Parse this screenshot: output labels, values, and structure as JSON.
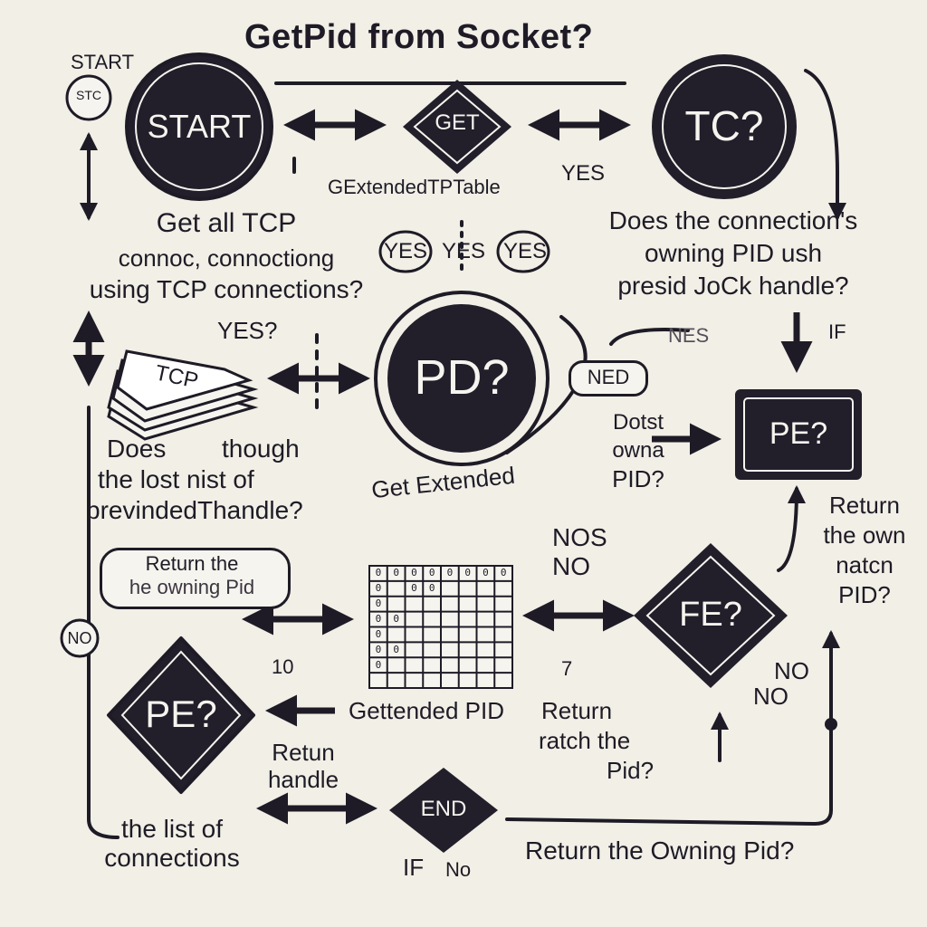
{
  "diagram": {
    "title": "GetPid from Socket?",
    "nodes": {
      "start_circle": "START",
      "start_small": "STC",
      "get_diamond": "GET",
      "tc_circle": "TC?",
      "pd_circle": "PD?",
      "pe_rect": "PE?",
      "fe_diamond": "FE?",
      "pe_diamond": "PE?",
      "end_diamond": "END",
      "tcp_stack": "TCP",
      "ned_pill": "NED"
    },
    "labels": {
      "start_top": "START",
      "gextended": "GExtendedTPTable",
      "yes_right": "YES",
      "get_all_1": "Get all TCP",
      "get_all_2": "connoc, connoctiong",
      "get_all_3": "using TCP connections?",
      "yes_1": "YES",
      "yes_2": "YES",
      "yes_3": "YES",
      "does_conn_1": "Does the connection's",
      "does_conn_2": "owning PID ush",
      "does_conn_3": "presid JoCk handle?",
      "yes_q": "YES?",
      "nes": "NES",
      "if_top": "IF",
      "does_left_1": "Does",
      "does_left_2": "though",
      "does_left_3": "the lost  nist of",
      "does_left_4": "previndedThandle?",
      "get_extended": "Get Extended",
      "dotst_1": "Dotst",
      "dotst_2": "owna",
      "dotst_3": "PID?",
      "return_right_1": "Return",
      "return_right_2": "the own",
      "return_right_3": "natcn",
      "return_right_4": "PID?",
      "return_pill_1": "Return the",
      "return_pill_2": "he owning  Pid",
      "nos_1": "NOS",
      "nos_2": "NO",
      "no_left": "NO",
      "ten": "10",
      "seven": "7",
      "no_right_1": "NO",
      "no_right_2": "NO",
      "gettended": "Gettended PID",
      "return_mid_1": "Return",
      "return_mid_2": "ratch the",
      "return_mid_3": "Pid?",
      "retun_1": "Retun",
      "retun_2": "handle",
      "list_1": "the list of",
      "list_2": "connections",
      "if_bottom": "IF",
      "no_bottom": "No",
      "return_owning": "Return the Owning Pid?"
    },
    "grid_rows": [
      [
        "0",
        "0",
        "0",
        "0",
        "0",
        "0",
        "0",
        "0"
      ],
      [
        "0",
        "",
        "0",
        "0",
        "",
        "",
        "",
        ""
      ],
      [
        "0",
        "",
        "",
        "",
        "",
        "",
        "",
        ""
      ],
      [
        "0",
        "0",
        "",
        "",
        "",
        "",
        "",
        ""
      ],
      [
        "0",
        "",
        "",
        "",
        "",
        "",
        "",
        ""
      ],
      [
        "0",
        "0",
        "",
        "",
        "",
        "",
        "",
        ""
      ],
      [
        "0",
        "",
        "",
        "",
        "",
        "",
        "",
        ""
      ],
      [
        "",
        "",
        "",
        "",
        "",
        "",
        "",
        ""
      ]
    ],
    "colors": {
      "ink": "#1e1b26",
      "node_fill": "#221e2a",
      "background": "#f1efe6",
      "node_text": "#f6f4ee"
    }
  }
}
